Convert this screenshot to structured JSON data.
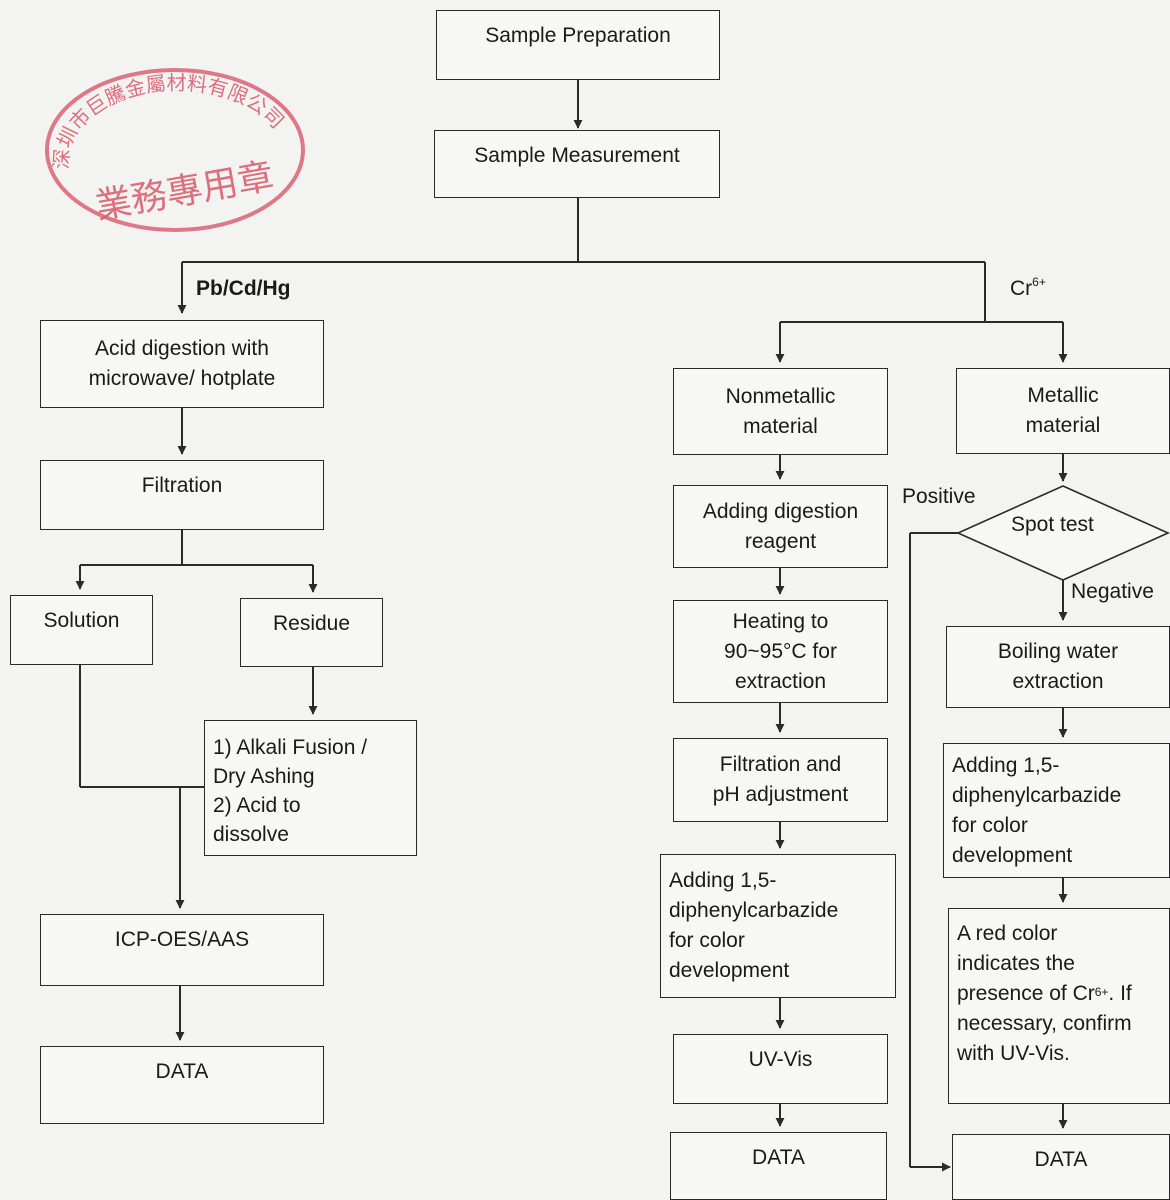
{
  "nodes": {
    "sample_prep": "Sample Preparation",
    "sample_meas": "Sample Measurement",
    "acid_digestion": "Acid digestion with\nmicrowave/ hotplate",
    "filtration": "Filtration",
    "solution": "Solution",
    "residue": "Residue",
    "alkali": "1) Alkali Fusion /\n    Dry Ashing\n2) Acid to\n    dissolve",
    "icp": "ICP-OES/AAS",
    "data_left": "DATA",
    "nonmetallic": "Nonmetallic\nmaterial",
    "metallic": "Metallic\nmaterial",
    "adding_digestion": "Adding digestion\nreagent",
    "heating": "Heating to\n90~95°C  for\nextraction",
    "filtration_ph": "Filtration and\npH adjustment",
    "adding_dpc_left": "Adding 1,5-\ndiphenylcarbazide\nfor color\ndevelopment",
    "uvvis": "UV-Vis",
    "data_mid": "DATA",
    "spot_test": "Spot test",
    "boiling": "Boiling water\nextraction",
    "adding_dpc_right": "Adding 1,5-\ndiphenylcarbazide\nfor color\ndevelopment",
    "red_color_1": "A red color\nindicates the\npresence of Cr",
    "red_color_sup": "6+",
    "red_color_2": ". If\nnecessary, confirm\nwith UV-Vis.",
    "data_right": "DATA"
  },
  "labels": {
    "pb_cd_hg": "Pb/Cd/Hg",
    "cr_base": "Cr",
    "cr_sup": "6+",
    "positive": "Positive",
    "negative": "Negative"
  },
  "stamp": {
    "text_arc": "深圳市巨騰金屬材料有限公司",
    "text_center": "業務專用章",
    "color": "#d9596b"
  },
  "colors": {
    "line": "#2a2a2a",
    "background": "#f3f3f1"
  }
}
